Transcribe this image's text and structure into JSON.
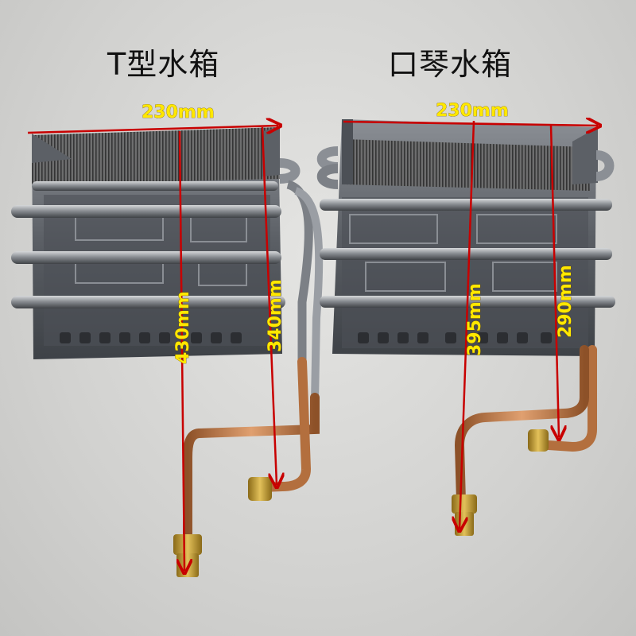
{
  "titles": {
    "left": "T型水箱",
    "right": "口琴水箱"
  },
  "dimensions": {
    "left": {
      "width": "230mm",
      "height_main": "430mm",
      "height_outlet": "340mm"
    },
    "right": {
      "width": "230mm",
      "height_main": "395mm",
      "height_outlet": "290mm"
    }
  },
  "colors": {
    "background": "#d4d4d2",
    "arrow": "#c80000",
    "label": "#ffe800",
    "copper": "#c27a45",
    "brass": "#c9a23a",
    "steel": "#6f7378"
  }
}
